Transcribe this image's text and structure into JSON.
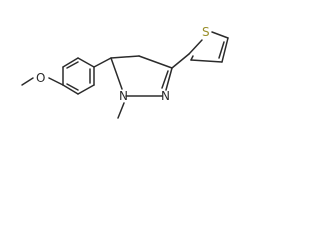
{
  "structure": {
    "atoms": {
      "oxygen": "O",
      "ring_nitrogen": "N",
      "methyl_nitrogen": "N",
      "sulfur": "S"
    },
    "colors": {
      "bond": "#2b2b2b",
      "sulfur": "#9a8f2c",
      "background": "#ffffff"
    }
  }
}
